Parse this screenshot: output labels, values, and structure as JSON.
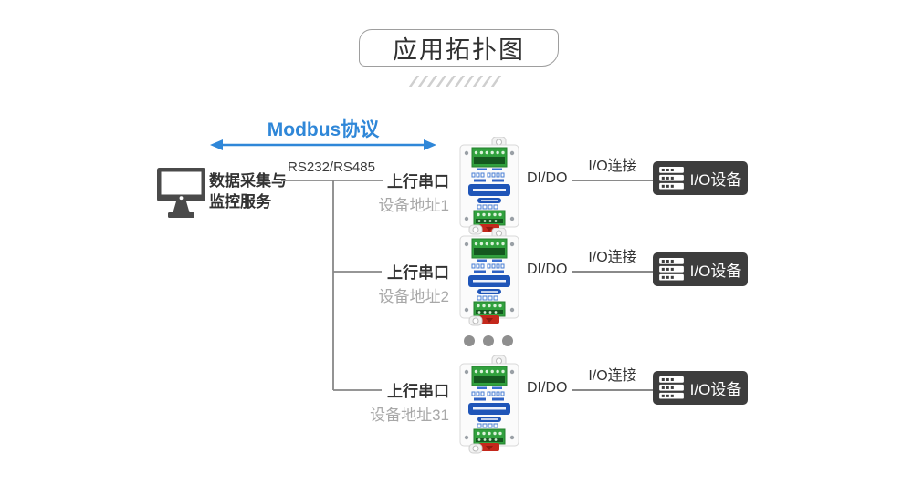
{
  "header": {
    "title": "应用拓扑图"
  },
  "protocol": {
    "label": "Modbus协议"
  },
  "host": {
    "label_line1": "数据采集与",
    "label_line2": "监控服务",
    "icon": "monitor-icon"
  },
  "bus": {
    "label": "RS232/RS485"
  },
  "rows": [
    {
      "port_label": "上行串口",
      "address_label": "设备地址1",
      "io_label": "DI/DO",
      "link_label": "I/O连接",
      "device_label": "I/O设备",
      "device_icon": "io-module-icon",
      "box_icon": "server-icon"
    },
    {
      "port_label": "上行串口",
      "address_label": "设备地址2",
      "io_label": "DI/DO",
      "link_label": "I/O连接",
      "device_label": "I/O设备",
      "device_icon": "io-module-icon",
      "box_icon": "server-icon"
    },
    {
      "port_label": "上行串口",
      "address_label": "设备地址31",
      "io_label": "DI/DO",
      "link_label": "I/O连接",
      "device_label": "I/O设备",
      "device_icon": "io-module-icon",
      "box_icon": "server-icon"
    }
  ],
  "ellipsis": {
    "dot_count": 3
  },
  "colors": {
    "accent_blue": "#2f87d8",
    "line_gray": "#878787",
    "dark_text": "#333333",
    "muted_text": "#a8a8a8",
    "io_box_bg": "#3d3d3d",
    "module_green": "#31a13e",
    "module_blue": "#1f55b8",
    "module_red": "#c4281c",
    "title_border": "#9e9e9e"
  }
}
